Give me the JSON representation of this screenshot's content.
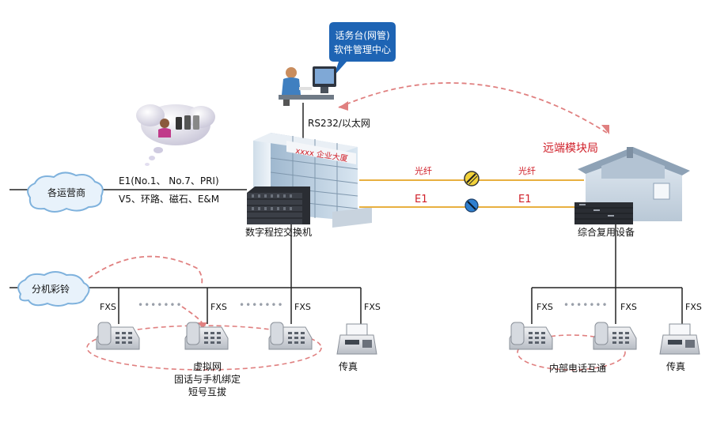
{
  "colors": {
    "cloud_fill": "#e8f2fb",
    "cloud_stroke": "#7fb2dd",
    "callout_fill": "#1e64b4",
    "dashed_red": "#e08080",
    "fiber_line": "#e8b040",
    "e1_line": "#e8b040",
    "text_red": "#d0202a"
  },
  "callout": {
    "line1": "话务台(网管)",
    "line2": "软件管理中心"
  },
  "rs232_label": "RS232/以太网",
  "operators": {
    "label": "各运营商",
    "line1": "E1(No.1、 No.7、PRI)",
    "line2": "V5、环路、磁石、E&M"
  },
  "building_sign": "xxxx 企业大厦",
  "switch_label": "数字程控交换机",
  "fiber": {
    "left_label": "光纤",
    "right_label": "光纤"
  },
  "e1": {
    "left_label": "E1",
    "right_label": "E1"
  },
  "remote": {
    "title": "远端模块局",
    "device_label": "综合复用设备"
  },
  "ringback_label": "分机彩铃",
  "left_branch": {
    "fxs_labels": [
      "FXS",
      "FXS",
      "FXS",
      "FXS"
    ],
    "fax_label": "传真",
    "virtual_net": {
      "line1": "虚拟网",
      "line2": "固话与手机绑定",
      "line3": "短号互拔"
    }
  },
  "right_branch": {
    "fxs_labels": [
      "FXS",
      "FXS",
      "FXS"
    ],
    "fax_label": "传真",
    "internal_label": "内部电话互通"
  },
  "icons": {
    "operator": "operator-at-computer-icon",
    "mobile": "person-with-mobile-phones-icon",
    "building": "office-building-icon",
    "switch": "pbx-switch-rack-icon",
    "house": "remote-module-house-icon",
    "phone": "desk-phone-icon",
    "fax": "fax-machine-icon"
  }
}
